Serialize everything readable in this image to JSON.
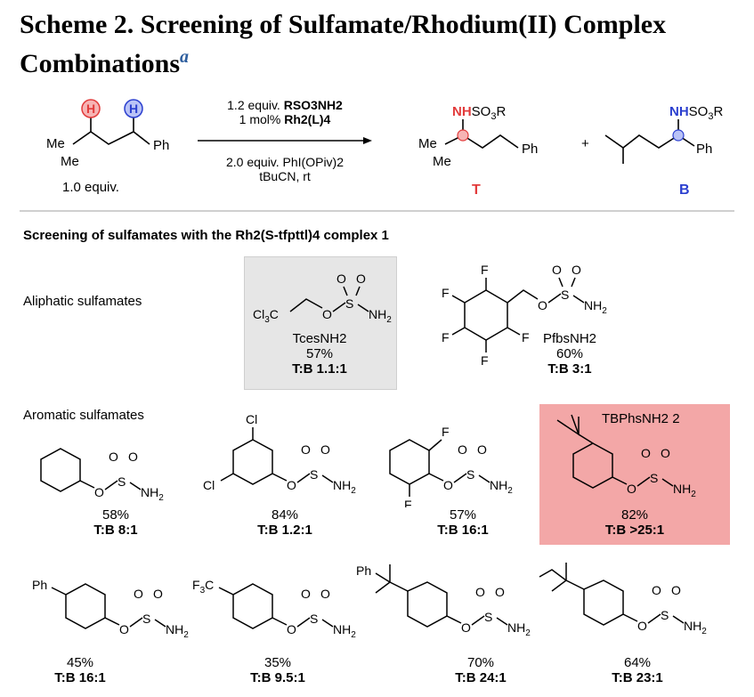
{
  "title": {
    "line1": "Scheme 2. Screening of Sulfamate/Rhodium(II) Complex",
    "line2": "Combinations",
    "footnote_mark": "a"
  },
  "reaction": {
    "substrate_label": "1.0 equiv.",
    "reagents_top1_prefix": "1.2 equiv. ",
    "reagents_top1_bold": "RSO3NH2",
    "reagents_top2_prefix": "1 mol% ",
    "reagents_top2_bold": "Rh2(L)4",
    "reagents_bottom1": "2.0 equiv. PhI(OPiv)2",
    "reagents_bottom2": "tBuCN, rt",
    "product_T_label": "T",
    "product_B_label": "B",
    "plus": "+"
  },
  "section_heading": "Screening of sulfamates with the Rh2(S-tfpttl)4 complex 1",
  "aliphatic_label": "Aliphatic sulfamates",
  "aromatic_label": "Aromatic sulfamates",
  "items": {
    "tces": {
      "name": "TcesNH2",
      "yield": "57%",
      "ratio": "T:B 1.1:1"
    },
    "pfbs": {
      "name": "PfbsNH2",
      "yield": "60%",
      "ratio": "T:B 3:1"
    },
    "phenyl": {
      "yield": "58%",
      "ratio": "T:B 8:1"
    },
    "dichloro": {
      "yield": "84%",
      "ratio": "T:B 1.2:1"
    },
    "difluoro": {
      "yield": "57%",
      "ratio": "T:B 16:1"
    },
    "tbphs": {
      "name": "TBPhsNH2 2",
      "yield": "82%",
      "ratio": "T:B >25:1"
    },
    "biphenyl": {
      "yield": "45%",
      "ratio": "T:B 16:1"
    },
    "cf3": {
      "yield": "35%",
      "ratio": "T:B 9.5:1"
    },
    "cumyl": {
      "yield": "70%",
      "ratio": "T:B 24:1"
    },
    "tamyl": {
      "yield": "64%",
      "ratio": "T:B 23:1"
    }
  },
  "colors": {
    "red_highlight": "#e23b3b",
    "blue_highlight": "#2b3fcf",
    "gray_box": "#e6e6e6",
    "red_box": "#f3a7a7"
  }
}
